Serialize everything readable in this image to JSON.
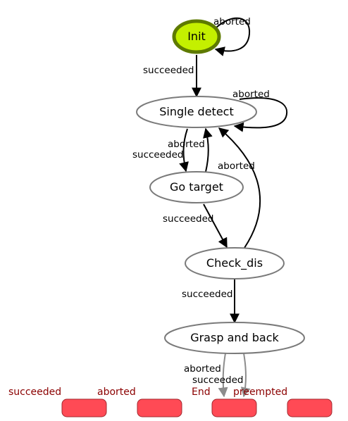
{
  "colors": {
    "init_fill": "#c4f000",
    "init_stroke": "#5e7a00",
    "state_stroke": "#7a7a7a",
    "outcome_fill": "#ff4a55",
    "outcome_text": "#8b0000",
    "edge": "#000000",
    "faded_edge": "#8c8c8c"
  },
  "states": {
    "init": "Init",
    "single_detect": "Single detect",
    "go_target": "Go target",
    "check_dis": "Check_dis",
    "grasp_and_back": "Grasp and back"
  },
  "edges": {
    "init_self": "aborted",
    "init_to_single": "succeeded",
    "single_self": "aborted",
    "single_to_go_aborted": "aborted",
    "single_to_go_succeeded": "succeeded",
    "check_to_single": "aborted",
    "go_to_check": "succeeded",
    "check_to_grasp": "succeeded",
    "grasp_aborted": "aborted",
    "grasp_succeeded": "succeeded"
  },
  "outcomes": {
    "succeeded": "succeeded",
    "aborted": "aborted",
    "end": "End",
    "preempted": "preempted"
  }
}
